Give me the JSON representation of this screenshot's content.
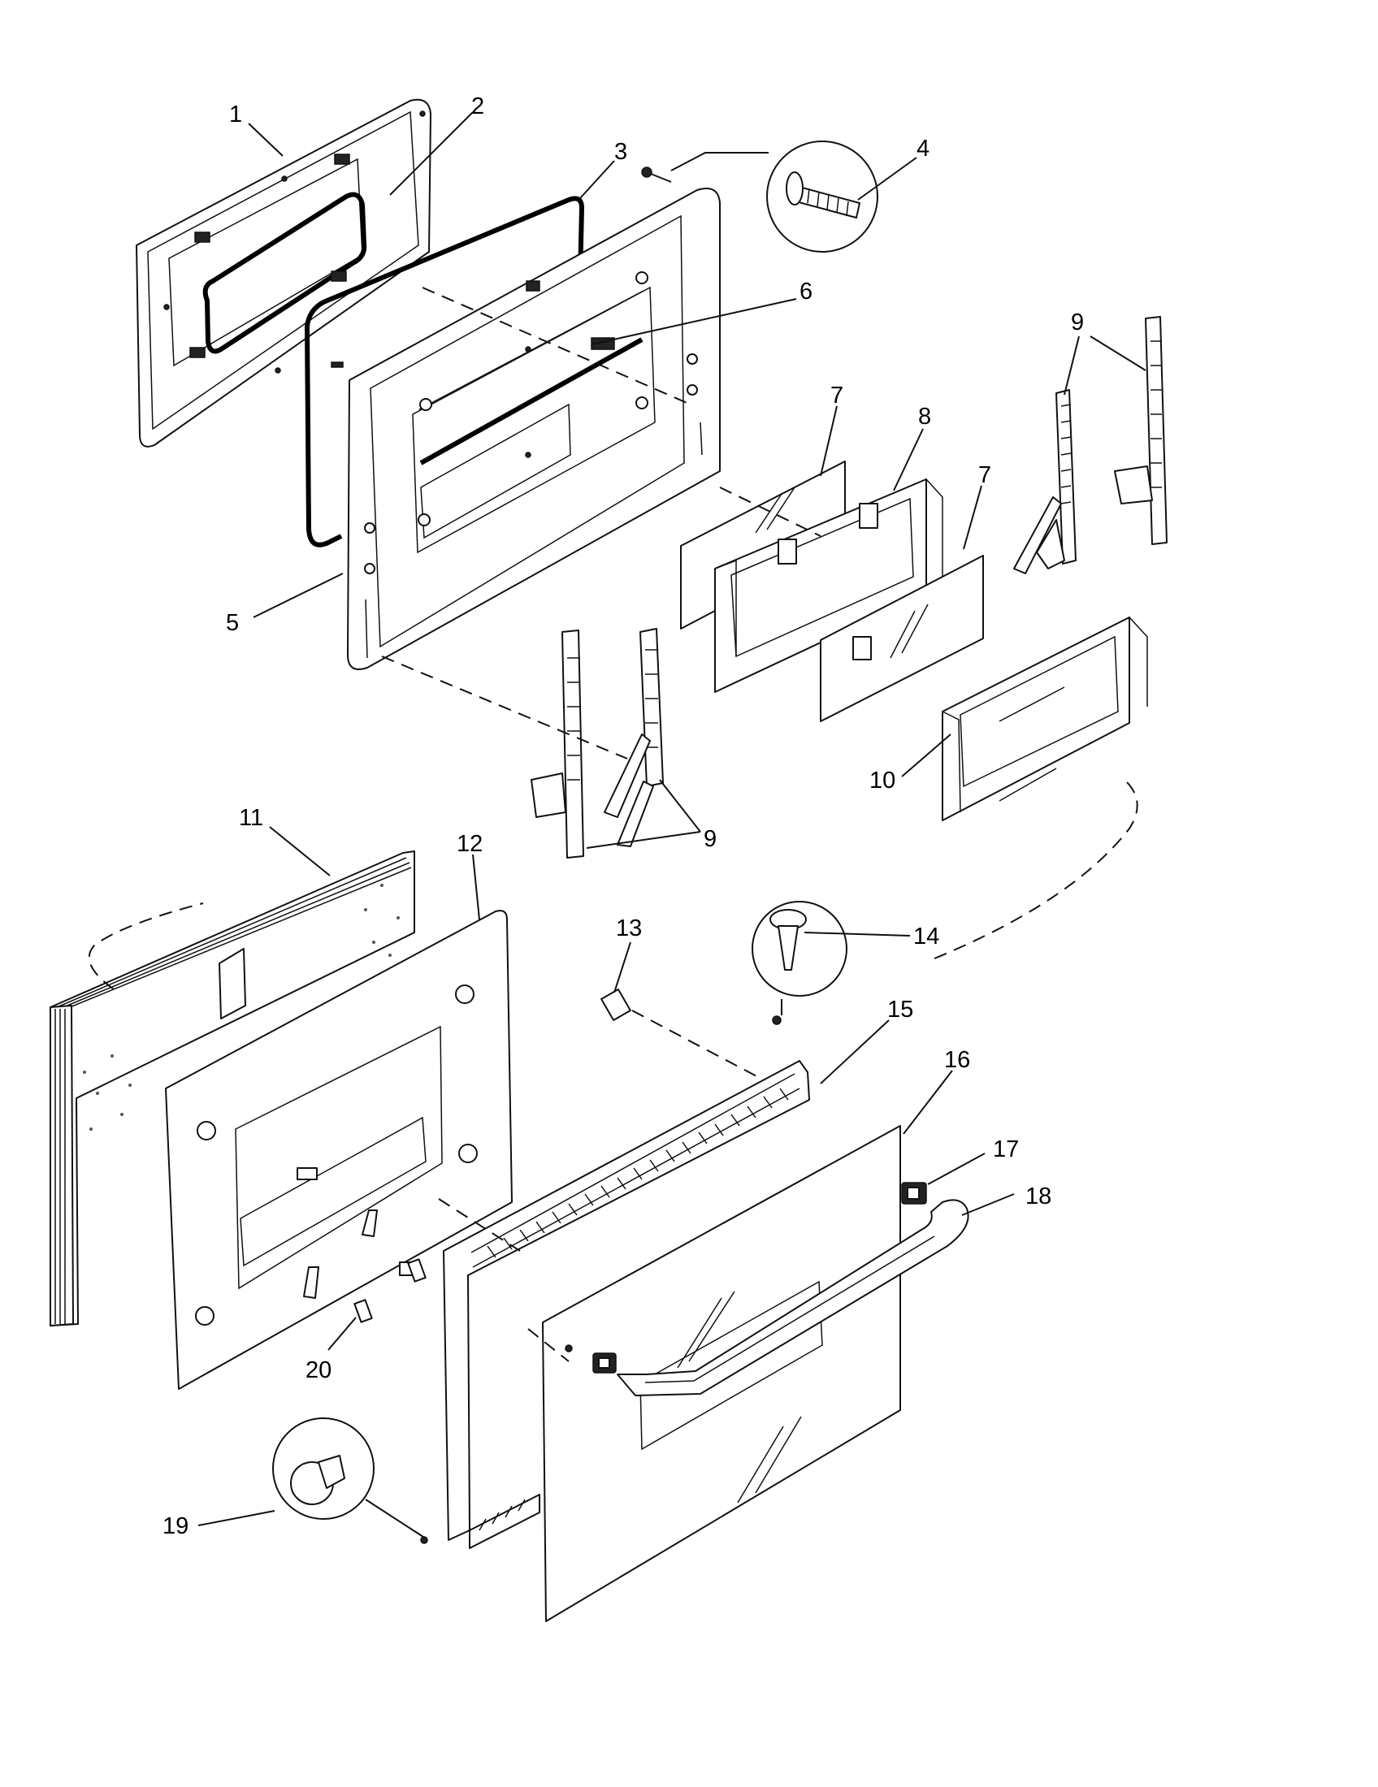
{
  "diagram": {
    "callouts": [
      "1",
      "2",
      "3",
      "4",
      "5",
      "6",
      "7",
      "7",
      "8",
      "9",
      "9",
      "10",
      "11",
      "12",
      "13",
      "14",
      "15",
      "16",
      "17",
      "18",
      "19",
      "20"
    ]
  }
}
